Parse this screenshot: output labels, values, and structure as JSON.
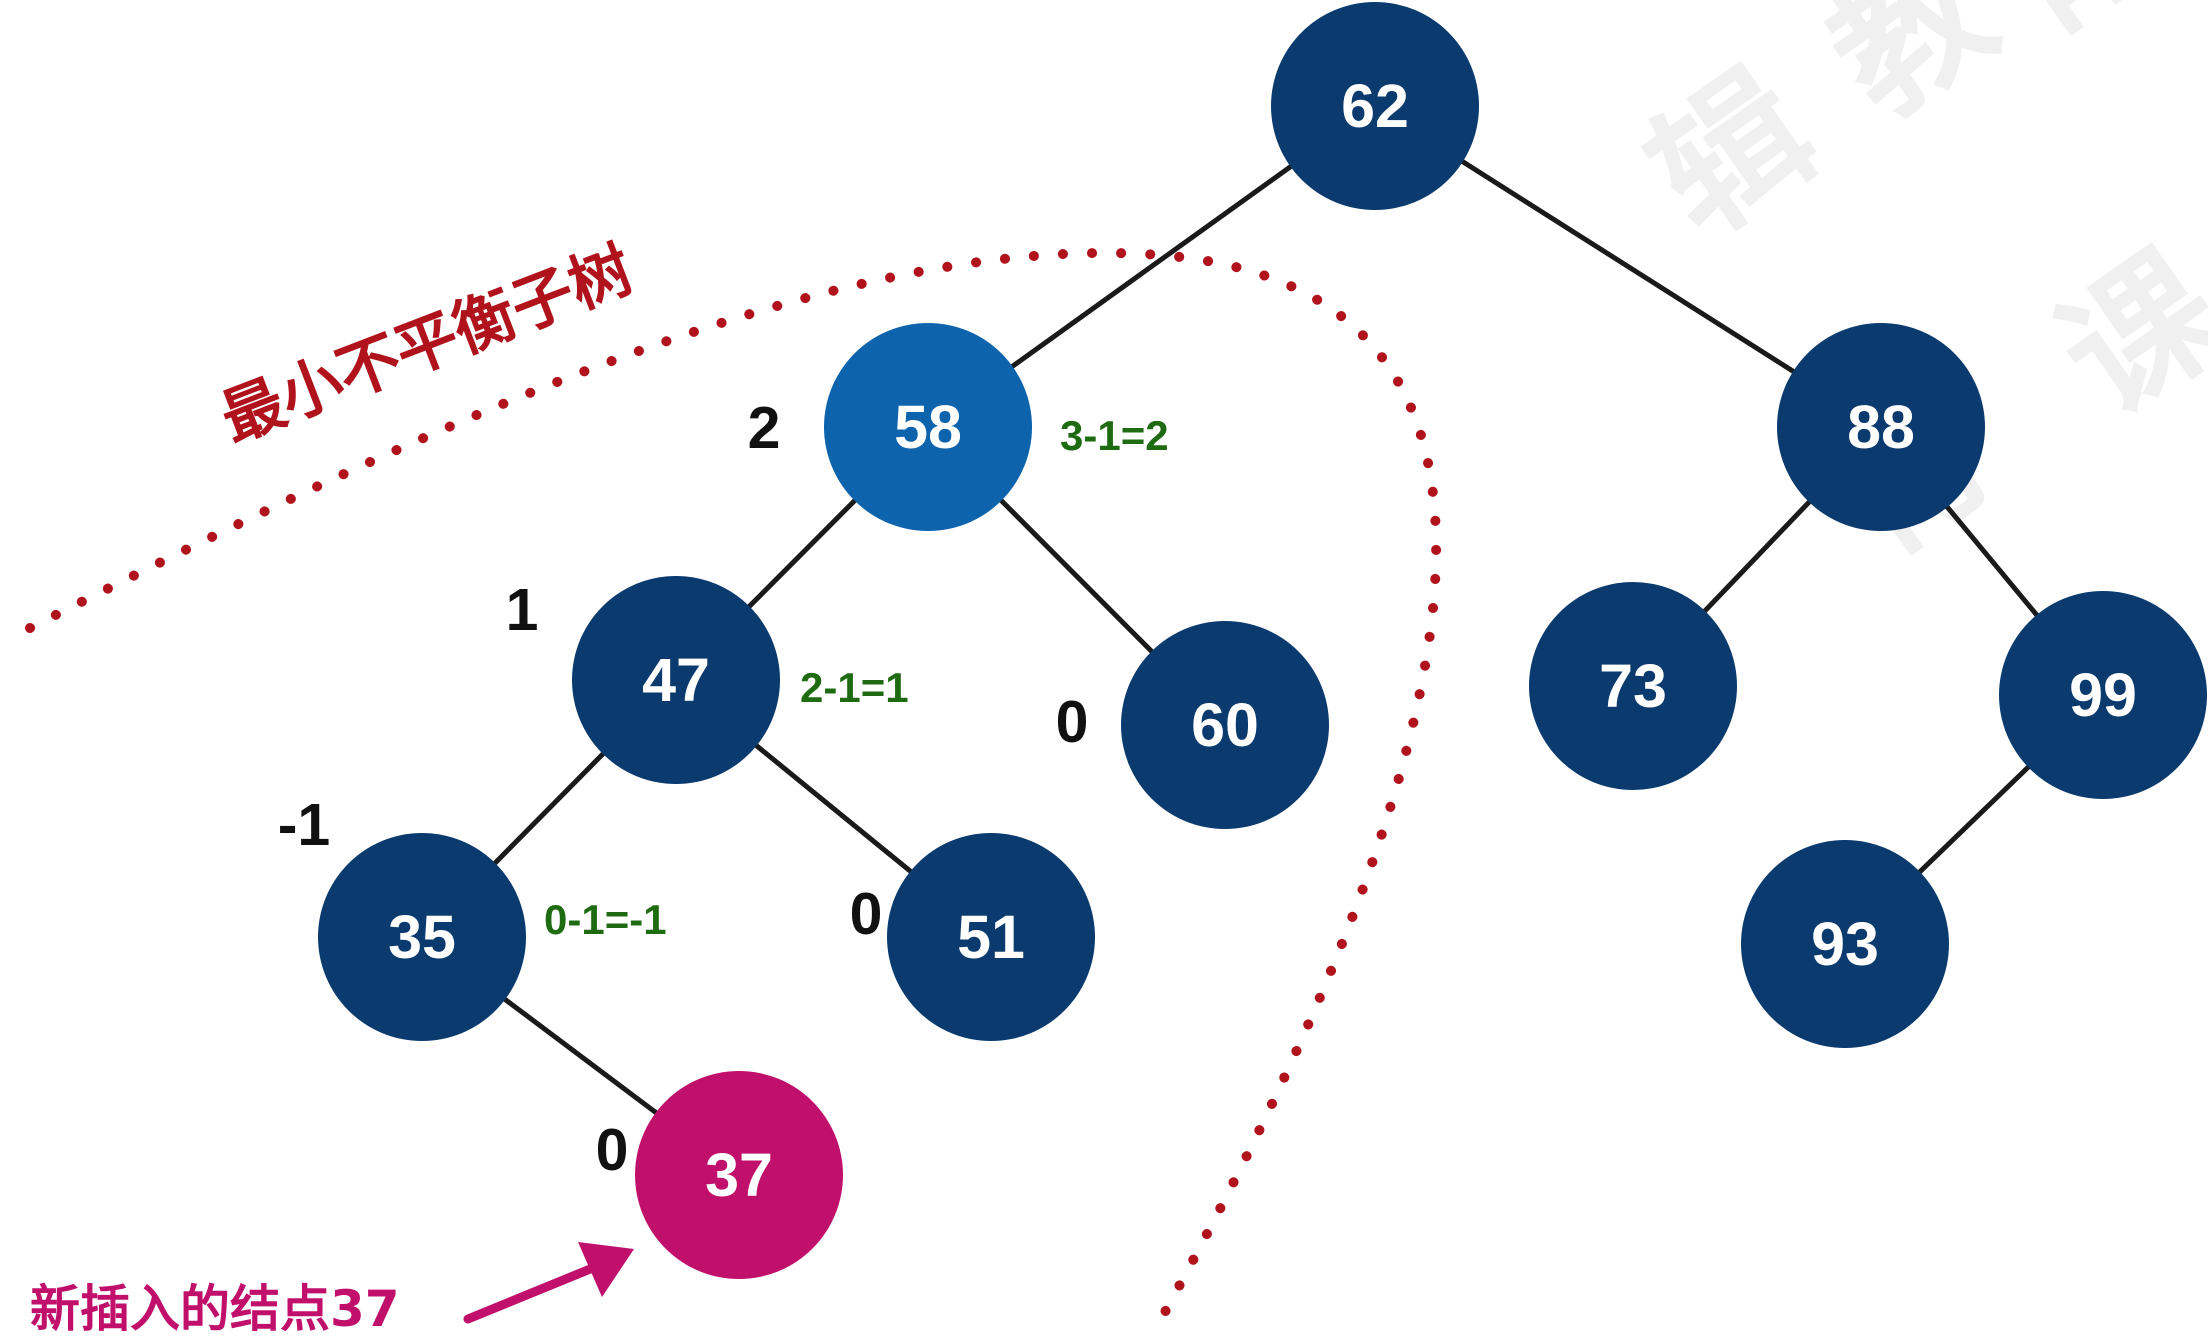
{
  "tree": {
    "nodes": [
      {
        "id": "n62",
        "value": "62",
        "role": "normal"
      },
      {
        "id": "n58",
        "value": "58",
        "role": "unbalanced"
      },
      {
        "id": "n88",
        "value": "88",
        "role": "normal"
      },
      {
        "id": "n47",
        "value": "47",
        "role": "normal"
      },
      {
        "id": "n60",
        "value": "60",
        "role": "normal"
      },
      {
        "id": "n73",
        "value": "73",
        "role": "normal"
      },
      {
        "id": "n99",
        "value": "99",
        "role": "normal"
      },
      {
        "id": "n35",
        "value": "35",
        "role": "normal"
      },
      {
        "id": "n51",
        "value": "51",
        "role": "normal"
      },
      {
        "id": "n93",
        "value": "93",
        "role": "normal"
      },
      {
        "id": "n37",
        "value": "37",
        "role": "new"
      }
    ],
    "edges": [
      [
        "n62",
        "n58"
      ],
      [
        "n62",
        "n88"
      ],
      [
        "n58",
        "n47"
      ],
      [
        "n58",
        "n60"
      ],
      [
        "n88",
        "n73"
      ],
      [
        "n88",
        "n99"
      ],
      [
        "n47",
        "n35"
      ],
      [
        "n47",
        "n51"
      ],
      [
        "n99",
        "n93"
      ],
      [
        "n35",
        "n37"
      ]
    ]
  },
  "balance_factors": {
    "n58": "2",
    "n47": "1",
    "n35": "-1",
    "n60": "0",
    "n51": "0",
    "n37": "0"
  },
  "calculations": {
    "n58": "3-1=2",
    "n47": "2-1=1",
    "n35": "0-1=-1"
  },
  "annotations": {
    "min_unbalanced_subtree": "最小不平衡子树",
    "new_node": "新插入的结点37"
  },
  "colors": {
    "node": "#0b3a6e",
    "unbalanced_node": "#0e63ad",
    "new_node": "#c0106b",
    "edge": "#1a1a1a",
    "subtree_outline": "#b0131c",
    "balance_factor_text": "#111111",
    "calculation_text": "#1f6b12",
    "subtree_label_text": "#b0131c",
    "new_node_label_text": "#c0106b"
  }
}
